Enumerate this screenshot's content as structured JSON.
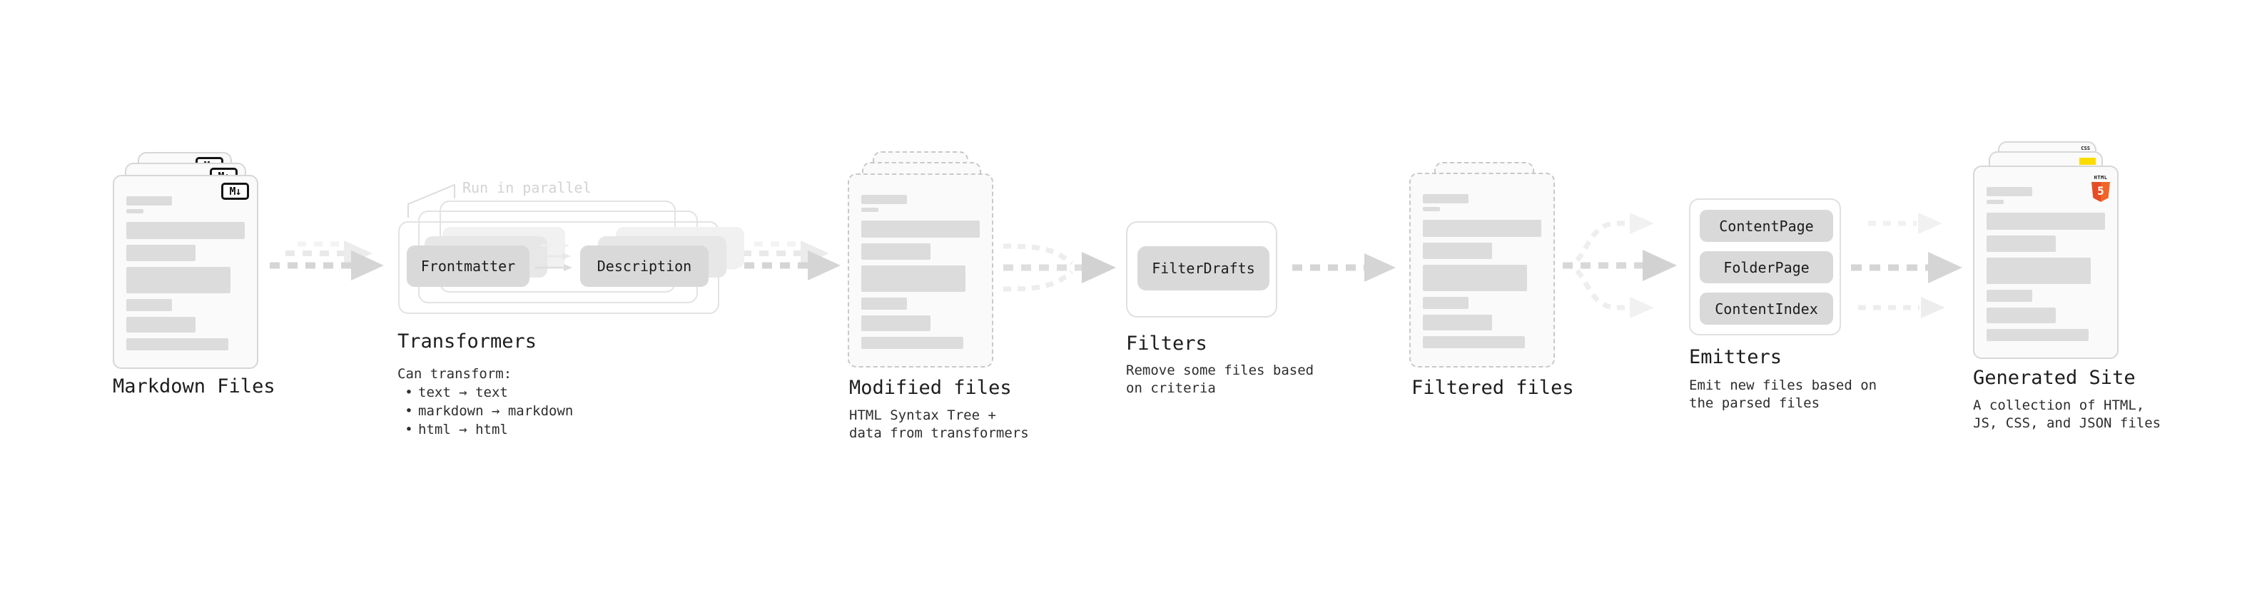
{
  "diagram": {
    "stages": {
      "markdown": {
        "label": "Markdown Files"
      },
      "transformers": {
        "label": "Transformers",
        "annotation": "Run in parallel",
        "pill_left": "Frontmatter",
        "pill_right": "Description",
        "description_title": "Can transform:",
        "bullet_char": "•",
        "bullets": [
          "text → text",
          "markdown → markdown",
          "html → html"
        ]
      },
      "modified": {
        "label": "Modified files",
        "sublabel": "HTML Syntax Tree +\ndata from transformers"
      },
      "filters": {
        "label": "Filters",
        "pill": "FilterDrafts",
        "sublabel": "Remove some files based\non criteria"
      },
      "filtered": {
        "label": "Filtered files"
      },
      "emitters": {
        "label": "Emitters",
        "pills": [
          "ContentPage",
          "FolderPage",
          "ContentIndex"
        ],
        "sublabel": "Emit new files based on\nthe parsed files"
      },
      "generated": {
        "label": "Generated Site",
        "sublabel": "A collection of HTML,\nJS, CSS, and JSON files"
      }
    },
    "badges": {
      "markdown": "M↓",
      "html": {
        "word": "HTML",
        "number": "5"
      },
      "css": "CSS"
    },
    "colors": {
      "html5_orange": "#e44d26",
      "html5_orange_light": "#f16529",
      "js_yellow": "#fcdc00",
      "css_blue": "#2965f1",
      "pill_gray": "#d9d9d9",
      "card_bg": "#fafafa",
      "arrow_gray": "#d5d5d5",
      "text_dark": "#1d1d1d"
    }
  }
}
